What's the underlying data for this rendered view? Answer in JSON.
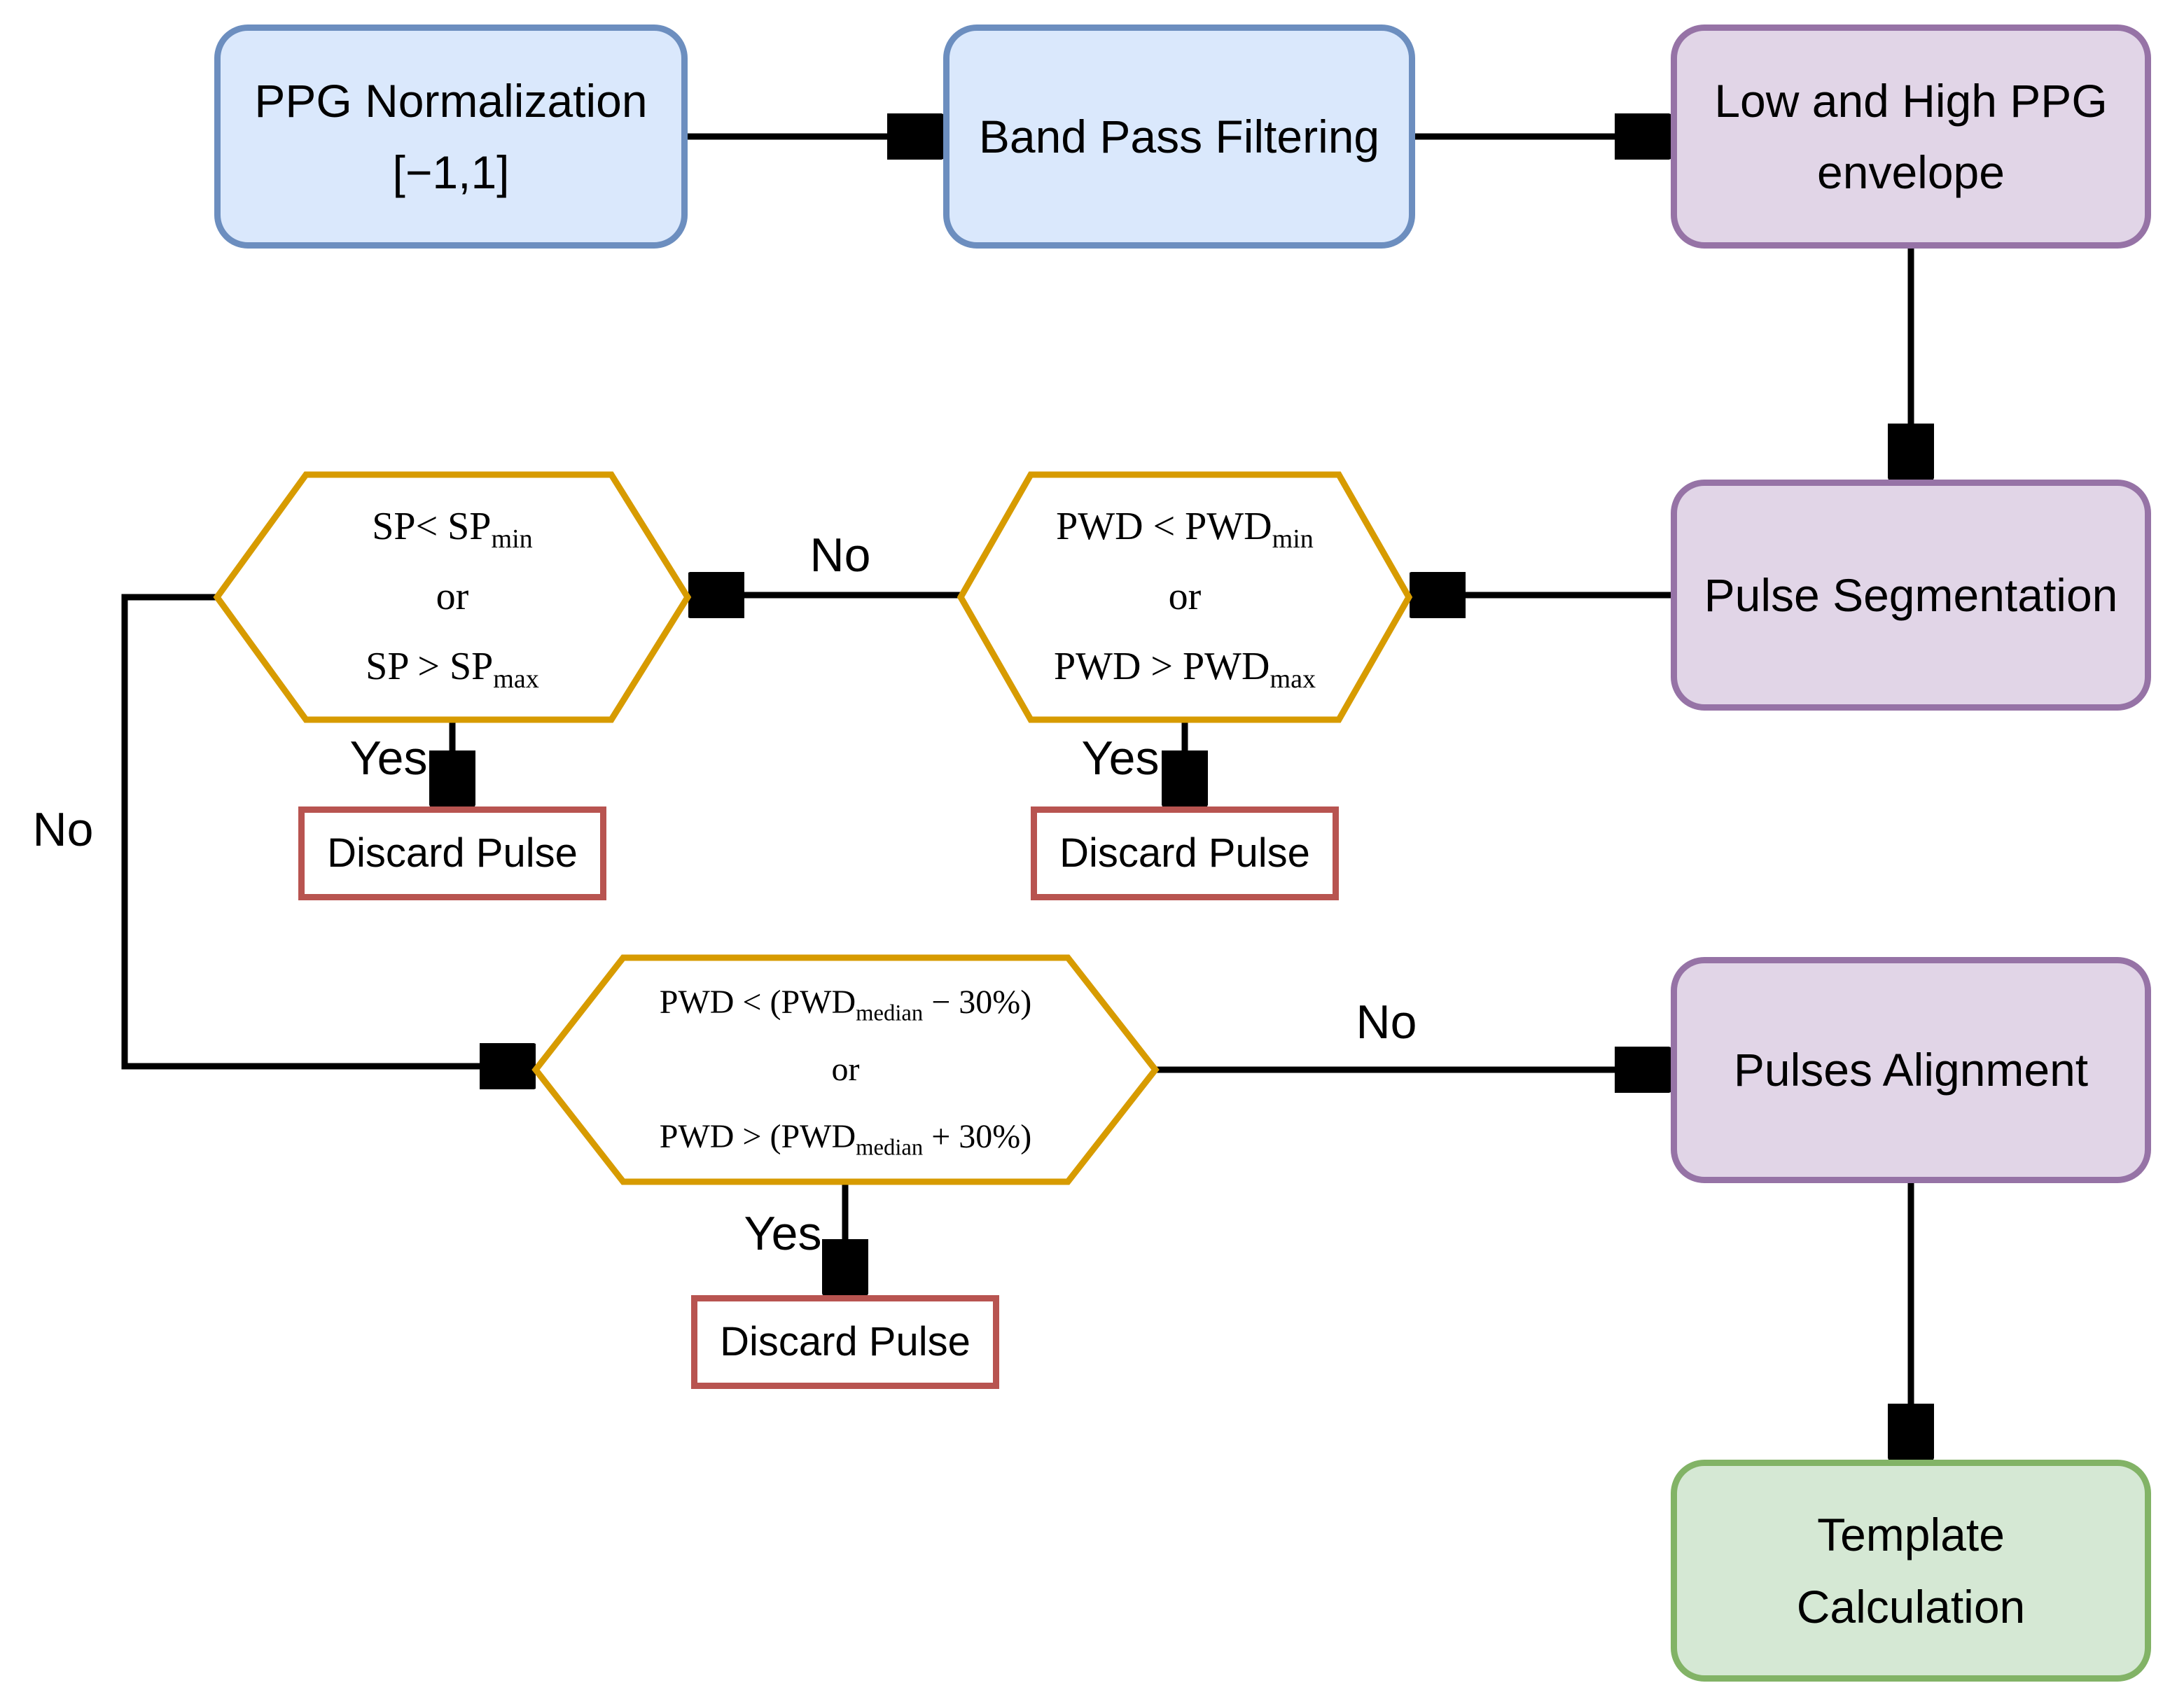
{
  "colors": {
    "blue_fill": "#dae8fc",
    "blue_stroke": "#6c8ebf",
    "purple_fill": "#e1d5e7",
    "purple_stroke": "#9673a6",
    "green_fill": "#d5e8d4",
    "green_stroke": "#82b366",
    "hexagon_stroke": "#d79b00",
    "discard_stroke": "#b85450",
    "arrow_color": "#000000",
    "text_color": "#000000",
    "background": "#ffffff"
  },
  "nodes": {
    "ppg_normalization": {
      "line1": "PPG Normalization",
      "line2": "[−1,1]"
    },
    "band_pass_filtering": {
      "label": "Band Pass Filtering"
    },
    "ppg_envelope": {
      "line1": "Low and High PPG",
      "line2": "envelope"
    },
    "pulse_segmentation": {
      "label": "Pulse Segmentation"
    },
    "pulses_alignment": {
      "label": "Pulses Alignment"
    },
    "template_calculation": {
      "line1": "Template",
      "line2": "Calculation"
    },
    "discard_pulse_sp": {
      "label": "Discard Pulse"
    },
    "discard_pulse_pwd": {
      "label": "Discard Pulse"
    },
    "discard_pulse_median": {
      "label": "Discard Pulse"
    }
  },
  "decisions": {
    "sp_range": {
      "line1_main": "SP< SP",
      "line1_sub": "min",
      "connector": "or",
      "line2_main": "SP > SP",
      "line2_sub": "max"
    },
    "pwd_range": {
      "line1_main": "PWD < PWD",
      "line1_sub": "min",
      "connector": "or",
      "line2_main": "PWD > PWD",
      "line2_sub": "max"
    },
    "pwd_median": {
      "line1_main": "PWD < (PWD",
      "line1_sub": "median",
      "line1_end": " − 30%)",
      "connector": "or",
      "line2_main": "PWD > (PWD",
      "line2_sub": "median",
      "line2_end": " + 30%)"
    }
  },
  "edge_labels": {
    "pwd_to_sp": "No",
    "sp_yes": "Yes",
    "pwd_yes": "Yes",
    "sp_no": "No",
    "median_yes": "Yes",
    "median_no": "No"
  }
}
